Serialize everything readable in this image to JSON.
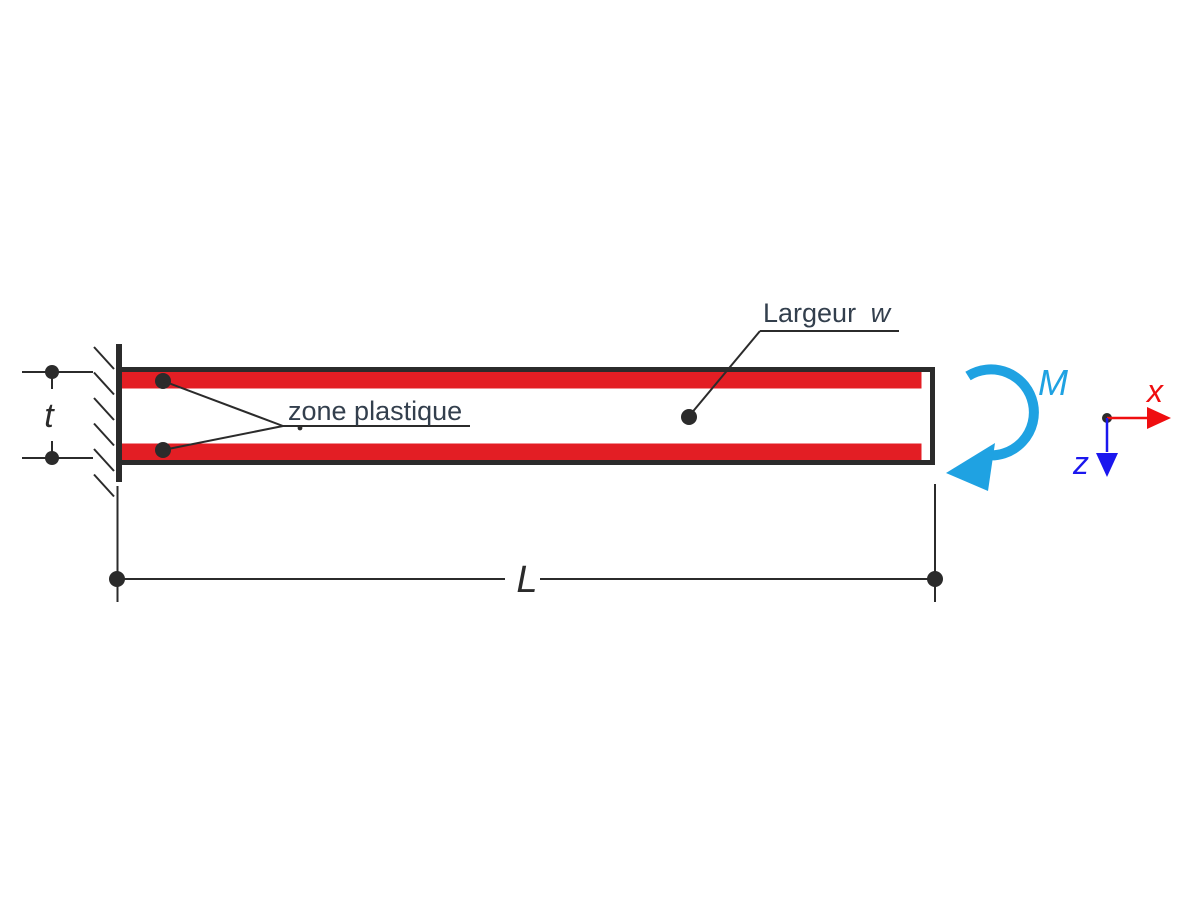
{
  "diagram": {
    "type": "cantilever-beam-plastic-zone-diagram",
    "labels": {
      "plastic_zone": "zone plastique",
      "width_word": "Largeur",
      "width_symbol": "w",
      "thickness": "t",
      "length": "L",
      "moment": "M",
      "axis_x": "x",
      "axis_z": "z"
    },
    "colors": {
      "outline_dark": "#2b2b2b",
      "plastic_red": "#e31e24",
      "moment_cyan": "#1fa2e2",
      "axis_x_red": "#ef0e10",
      "axis_z_blue": "#1b17ee",
      "label_navy": "#333f4d"
    }
  }
}
